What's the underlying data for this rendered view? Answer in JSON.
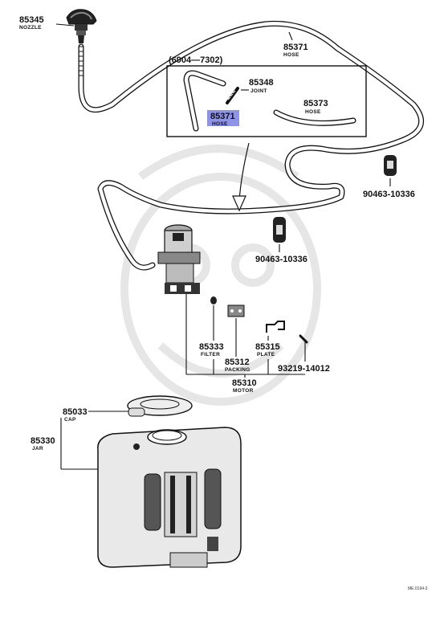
{
  "parts": {
    "p85345": {
      "number": "85345",
      "name": "NOZZLE"
    },
    "p85371_main": {
      "number": "85371",
      "name": "HOSE"
    },
    "range_label": "(6904—7302)",
    "p85348": {
      "number": "85348",
      "name": "JOINT"
    },
    "p85371_inset": {
      "number": "85371",
      "name": "HOSE"
    },
    "p85373": {
      "number": "85373",
      "name": "HOSE"
    },
    "clip_1": {
      "number": "90463-10336"
    },
    "clip_2": {
      "number": "90463-10336"
    },
    "p85333": {
      "number": "85333",
      "name": "FILTER"
    },
    "p85312": {
      "number": "85312",
      "name": "PACKING"
    },
    "p85315": {
      "number": "85315",
      "name": "PLATE"
    },
    "screw": {
      "number": "93219-14012"
    },
    "p85310": {
      "number": "85310",
      "name": "MOTOR"
    },
    "p85033": {
      "number": "85033",
      "name": "CAP"
    },
    "p85330": {
      "number": "85330",
      "name": "JAR"
    }
  },
  "diagram_ref": "ME.0194-3",
  "colors": {
    "highlight": "#8f93e6",
    "ink": "#111111",
    "watermark": "#e6e6e6"
  }
}
